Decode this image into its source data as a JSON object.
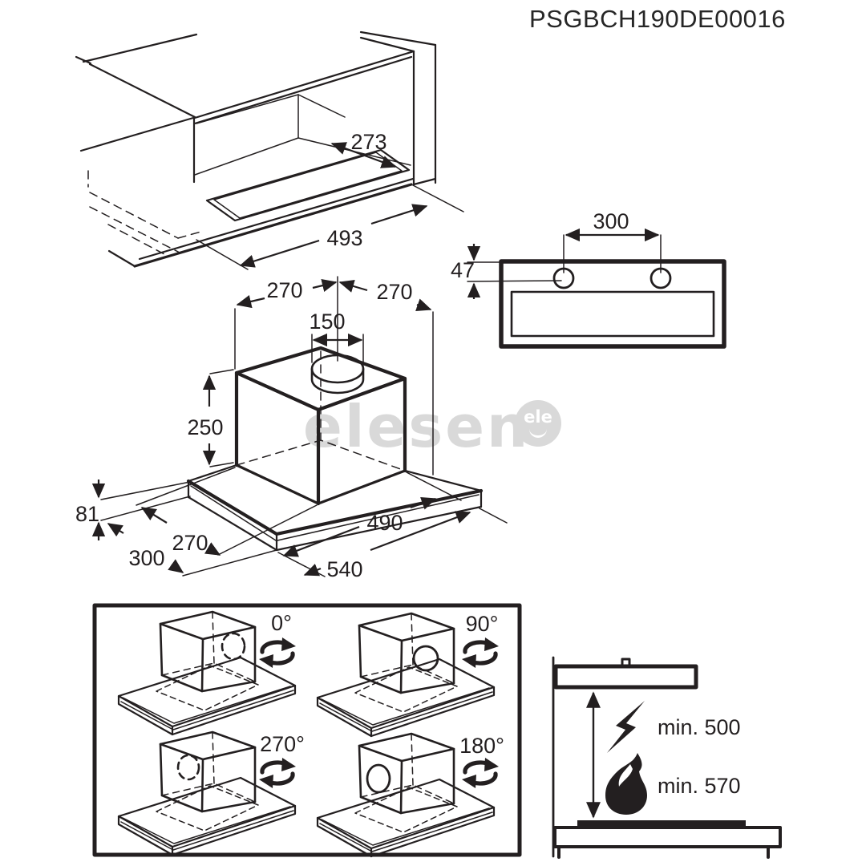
{
  "title": "PSGBCH190DE00016",
  "watermark": {
    "text": "elesen",
    "badge": "ele"
  },
  "colors": {
    "line": "#231f20",
    "watermark": "#d9d9d9",
    "background": "#ffffff"
  },
  "cabinet_cutout": {
    "depth": "273",
    "width": "493"
  },
  "mounting_front_view": {
    "hole_spacing": "300",
    "hole_offset": "47"
  },
  "hood_dimensions": {
    "duct_left": "270",
    "duct_right": "270",
    "duct_diameter": "150",
    "body_height": "250",
    "panel_height": "81",
    "panel_depth": "300",
    "body_depth": "270",
    "body_width": "490",
    "panel_width": "540"
  },
  "duct_rotation": {
    "options": [
      {
        "angle": "0°"
      },
      {
        "angle": "90°"
      },
      {
        "angle": "270°"
      },
      {
        "angle": "180°"
      }
    ]
  },
  "clearance": {
    "electric": "min. 500",
    "gas": "min. 570"
  }
}
